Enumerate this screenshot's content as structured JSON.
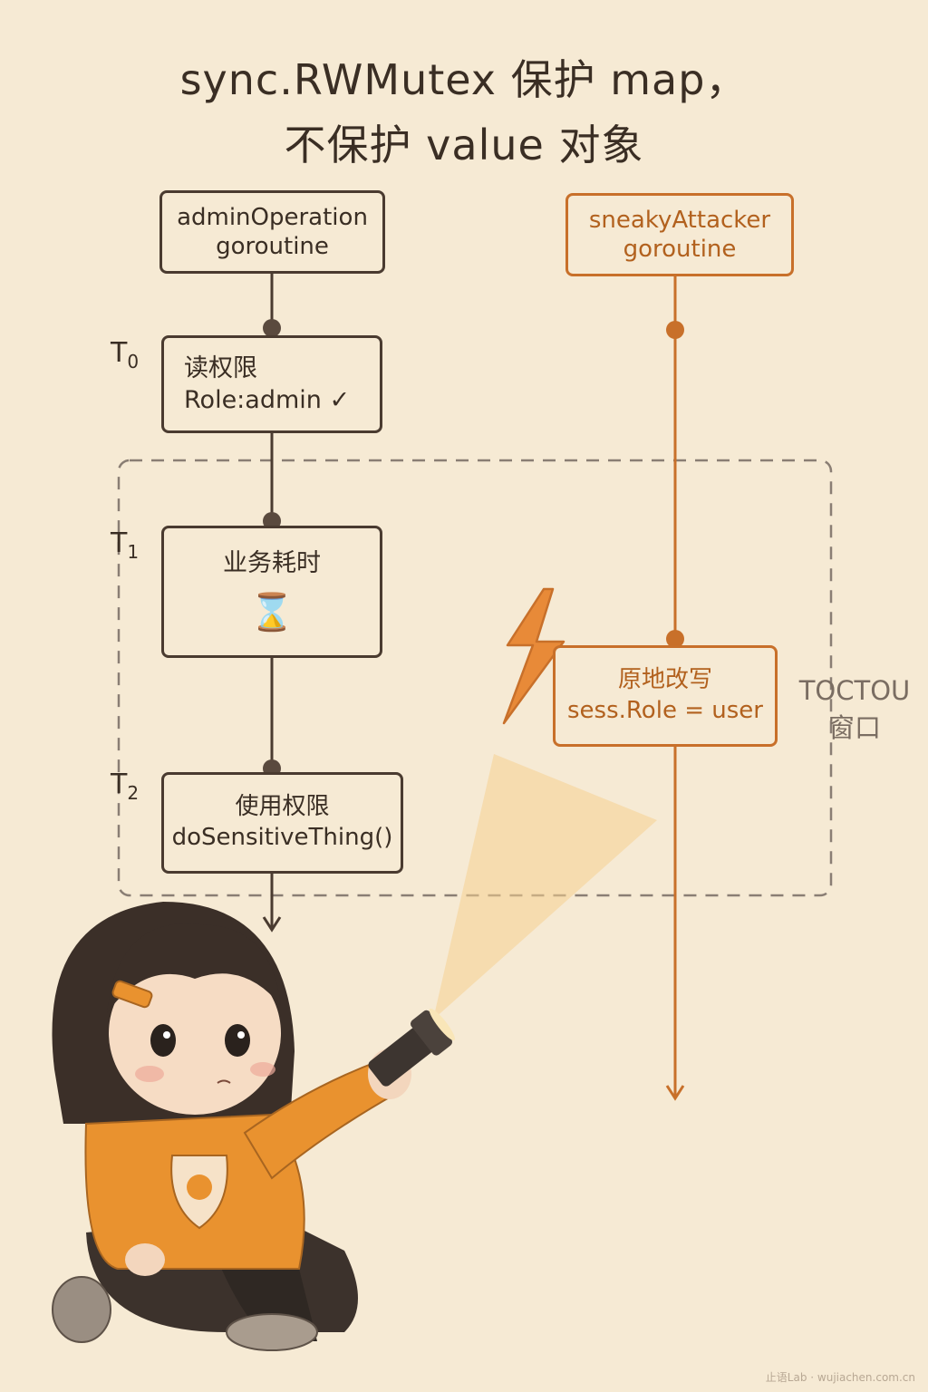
{
  "title": {
    "line1": "sync.RWMutex 保护 map，",
    "line2": "不保护 value 对象"
  },
  "left_lane": {
    "header_line1": "adminOperation",
    "header_line2": "goroutine",
    "steps": [
      {
        "time_label": "T",
        "time_sub": "0",
        "line1": "读权限",
        "line2": "Role:admin ✓"
      },
      {
        "time_label": "T",
        "time_sub": "1",
        "line1": "业务耗时",
        "line2": "⌛"
      },
      {
        "time_label": "T",
        "time_sub": "2",
        "line1": "使用权限",
        "line2": "doSensitiveThing()"
      }
    ]
  },
  "right_lane": {
    "header_line1": "sneakyAttacker",
    "header_line2": "goroutine",
    "step": {
      "line1": "原地改写",
      "line2": "sess.Role = user"
    }
  },
  "window_label": {
    "line1": "TOCTOU",
    "line2": "窗口"
  },
  "watermark": "止语Lab · wujiachen.com.cn",
  "colors": {
    "background": "#f6ead4",
    "ink": "#4a3b30",
    "attacker": "#c8702a",
    "dashed_window": "#8a7e74"
  },
  "icons": [
    "lightning-icon",
    "hourglass-icon",
    "flashlight-icon",
    "check-icon"
  ]
}
